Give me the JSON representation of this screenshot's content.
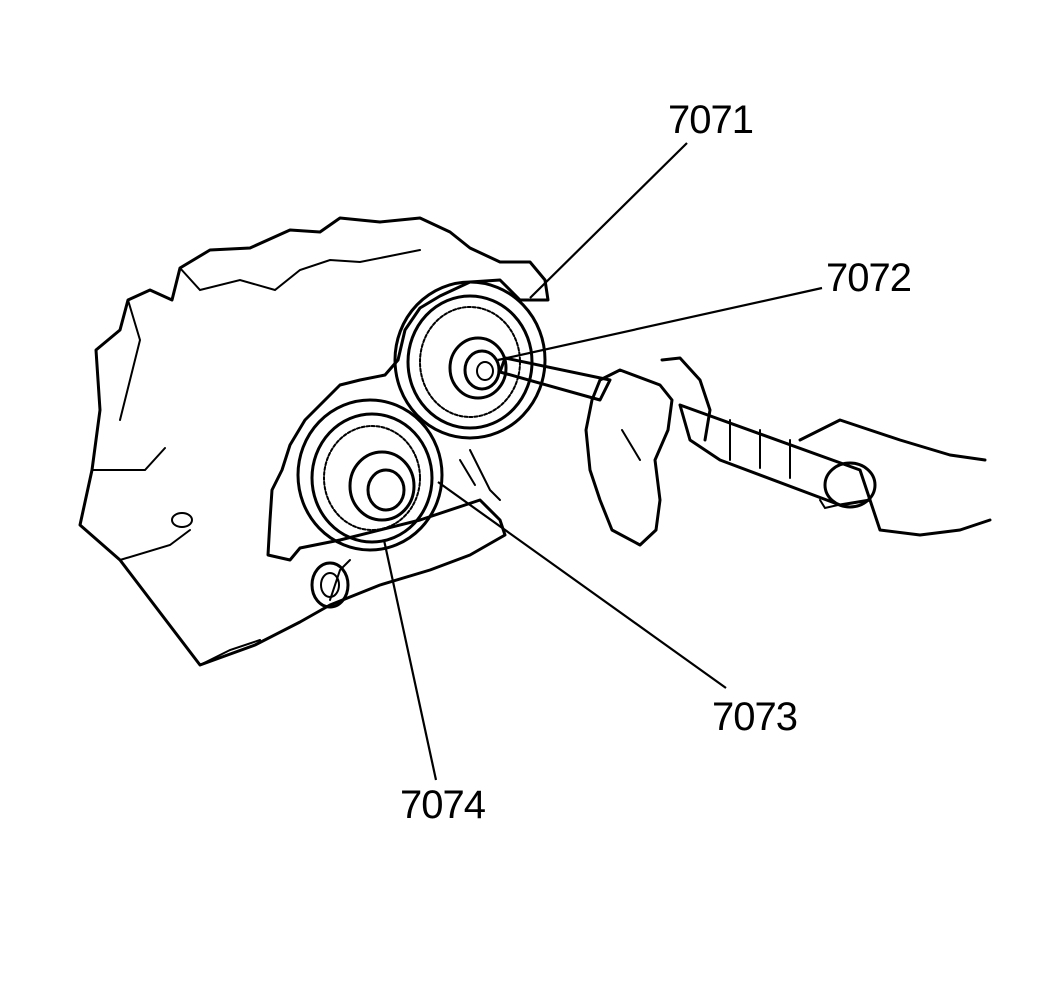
{
  "callouts": {
    "c7071": "7071",
    "c7072": "7072",
    "c7073": "7073",
    "c7074": "7074"
  },
  "colors": {
    "ink": "#000000",
    "paper": "#ffffff"
  }
}
